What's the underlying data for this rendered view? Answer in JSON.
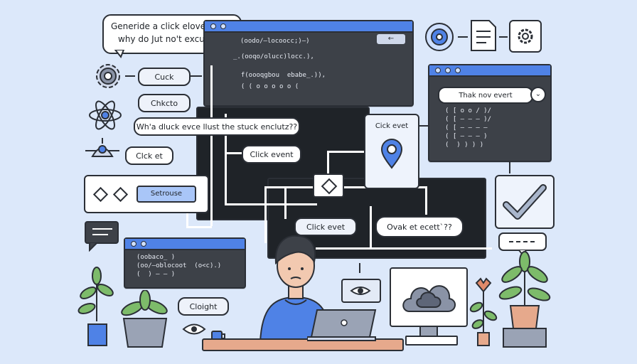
{
  "speech_bubble": {
    "line1": "Generide a click elovetiont",
    "line2": "why do Jut no't excucute?"
  },
  "code_main": [
    "(oodo/—locoocc;)—)",
    "_.(ooqo/olucc)locc.),",
    "  f(oooqgbou  ebabe_.)),",
    "  ( ( o o o o o ("
  ],
  "code_right": [
    "( [ o o / )/",
    "( [ — — — )/",
    "( [ — — — —",
    "( [ — — — )",
    "(  ) ) ) )"
  ],
  "code_bottom": [
    "(oobaco_ )",
    "(oo/—oblocoot  (o<c).)",
    "(  ) — — )"
  ],
  "labels": {
    "cuck": "Cuck",
    "chkcto": "Chkcto",
    "question": "Wh'a dluck evce llust the stuck enclutz??",
    "click_et": "Clck et",
    "setrouse": "Setrouse",
    "click_event": "Click event",
    "click_evet_right": "Cick evet",
    "click_evet_bottom": "Click evet",
    "ovak": "Ovak et ecett`??",
    "thak": "Thak nov evert",
    "cloight": "Cloight"
  },
  "icons": [
    "gear-icon",
    "atom-icon",
    "robot-icon",
    "chat-icon",
    "eye-icon",
    "cloud-icon",
    "location-pin-icon",
    "settings-icon",
    "document-icon",
    "disc-icon",
    "checkmark-icon",
    "plant-icon",
    "mug-icon",
    "laptop-icon"
  ],
  "colors": {
    "background": "#dce8fa",
    "accent": "#4f82e6",
    "window": "#3d4148",
    "dark": "#1f2328",
    "shirt": "#4f82e6",
    "plant": "#7dbb6a",
    "pot": "#e08a6a"
  }
}
